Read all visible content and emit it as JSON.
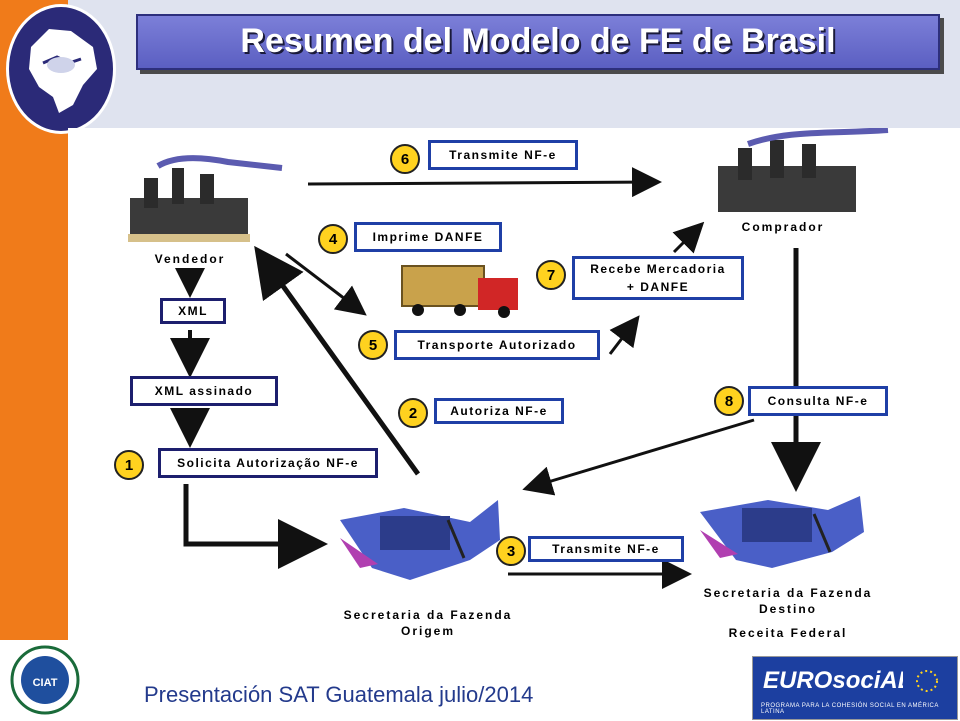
{
  "slide": {
    "title": "Resumen del Modelo de FE de Brasil",
    "footer": "Presentación  SAT Guatemala julio/2014"
  },
  "diagram": {
    "actors": {
      "vendedor": "Vendedor",
      "comprador": "Comprador",
      "origen_1": "Secretaria da Fazenda",
      "origen_2": "Origem",
      "destino_1": "Secretaria da Fazenda",
      "destino_2": "Destino",
      "receita": "Receita Federal"
    },
    "docs": {
      "xml": "XML",
      "xml_signed": "XML assinado"
    },
    "steps": [
      {
        "num": "1",
        "label": "Solicita Autorização NF-e"
      },
      {
        "num": "2",
        "label": "Autoriza NF-e"
      },
      {
        "num": "3",
        "label": "Transmite NF-e"
      },
      {
        "num": "4",
        "label": "Imprime DANFE"
      },
      {
        "num": "5",
        "label": "Transporte Autorizado"
      },
      {
        "num": "6",
        "label": "Transmite NF-e"
      },
      {
        "num": "7",
        "label": "Recebe Mercadoria",
        "label2": "+ DANFE"
      },
      {
        "num": "8",
        "label": "Consulta NF-e"
      }
    ]
  },
  "logos": {
    "euro_text": "EUROsociAL",
    "euro_sub": "PROGRAMA PARA LA COHESIÓN SOCIAL EN AMÉRICA LATINA",
    "ciat_text": "CIAT"
  },
  "colors": {
    "orange": "#f07b1a",
    "title_blue": "#5b5fc2",
    "badge_yellow": "#ffd21f"
  }
}
